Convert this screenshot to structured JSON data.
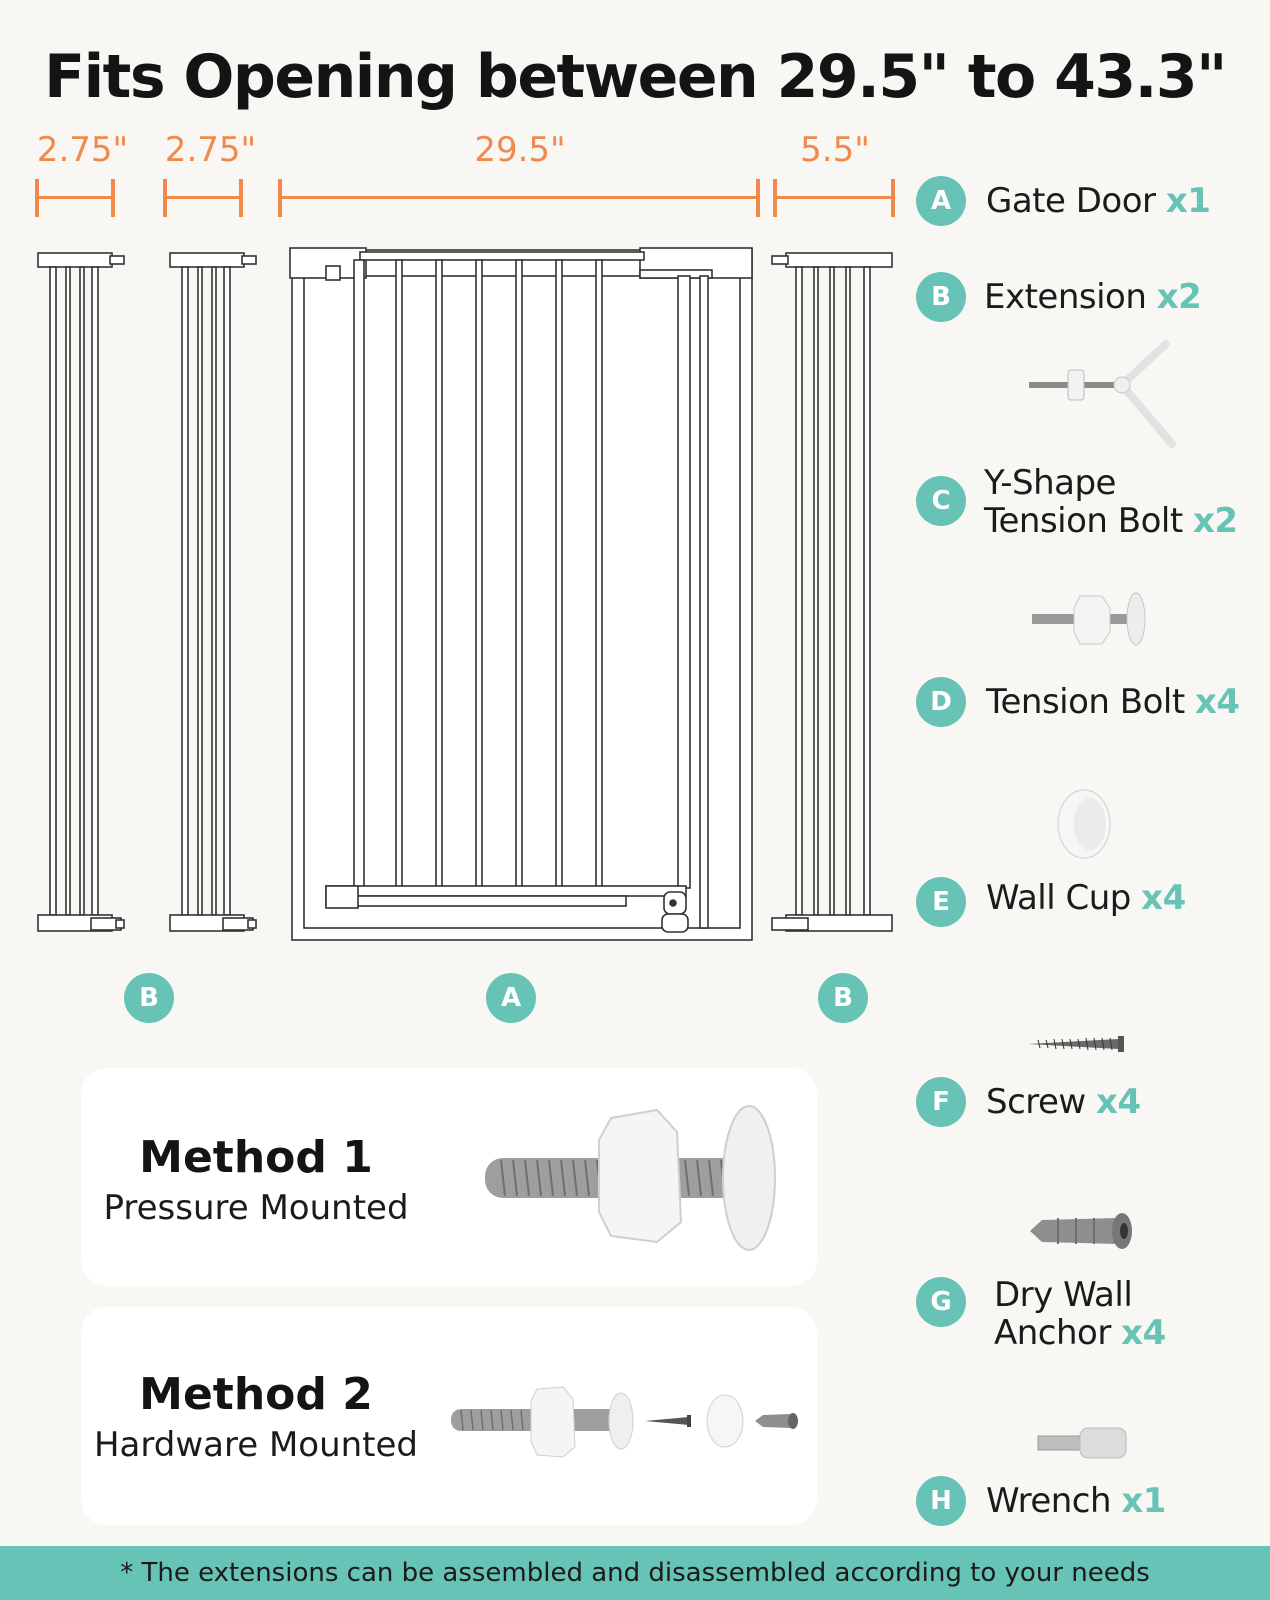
{
  "title": "Fits Opening between 29.5\" to 43.3\"",
  "dimensions": [
    {
      "label": "2.75\""
    },
    {
      "label": "2.75\""
    },
    {
      "label": "29.5\""
    },
    {
      "label": "5.5\""
    }
  ],
  "gate_badges": [
    "B",
    "A",
    "B"
  ],
  "parts": [
    {
      "letter": "A",
      "name": "Gate Door",
      "qty": "x1"
    },
    {
      "letter": "B",
      "name": "Extension",
      "qty": "x2"
    },
    {
      "letter": "C",
      "name_line1": "Y-Shape",
      "name_line2": "Tension Bolt",
      "qty": "x2"
    },
    {
      "letter": "D",
      "name": "Tension Bolt",
      "qty": "x4"
    },
    {
      "letter": "E",
      "name": "Wall Cup",
      "qty": "x4"
    },
    {
      "letter": "F",
      "name": "Screw",
      "qty": "x4"
    },
    {
      "letter": "G",
      "name_line1": "Dry Wall",
      "name_line2": "Anchor",
      "qty": "x4"
    },
    {
      "letter": "H",
      "name": "Wrench",
      "qty": "x1"
    }
  ],
  "methods": [
    {
      "title": "Method 1",
      "subtitle": "Pressure Mounted"
    },
    {
      "title": "Method 2",
      "subtitle": "Hardware Mounted"
    }
  ],
  "footer": "* The extensions can be assembled and disassembled according to your needs",
  "colors": {
    "accent": "#66c3b5",
    "dimension": "#ef8a4b",
    "background": "#f8f7f4"
  }
}
